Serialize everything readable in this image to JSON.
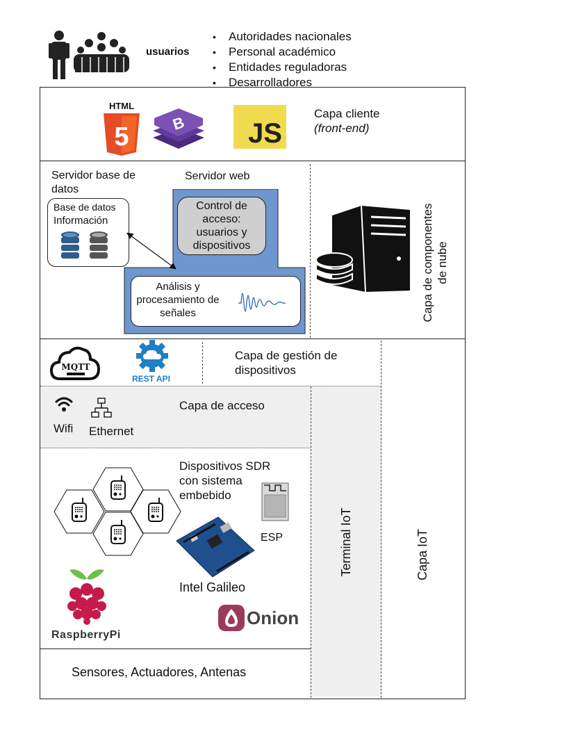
{
  "users": {
    "label": "usuarios",
    "list": [
      "Autoridades nacionales",
      "Personal académico",
      "Entidades reguladoras",
      "Desarrolladores"
    ]
  },
  "client_layer": {
    "logos": {
      "html_text": "HTML",
      "html_number": "5",
      "bootstrap_letter": "B",
      "js_text": "JS"
    },
    "title": "Capa cliente",
    "subtitle": "(front-end)"
  },
  "cloud_layer": {
    "db_server_label": "Servidor base de datos",
    "db_box_line1": "Base de datos",
    "db_box_line2": "Información",
    "web_server_label": "Servidor web",
    "access_control": "Control de acceso: usuarios y dispositivos",
    "analysis": "Análisis y procesamiento de señales",
    "title": "Capa de componentes de nube"
  },
  "device_mgmt_layer": {
    "mqtt_label": "MQTT",
    "rest_api_label": "REST API",
    "title": "Capa de gestión de dispositivos"
  },
  "access_layer": {
    "wifi_label": "Wifi",
    "ethernet_label": "Ethernet",
    "title": "Capa de acceso"
  },
  "devices": {
    "title": "Dispositivos SDR con sistema embebido",
    "esp_label": "ESP",
    "galileo_label": "Intel Galileo",
    "raspberry_label": "RaspberryPi",
    "onion_label": "Onion"
  },
  "sensors_label": "Sensores, Actuadores, Antenas",
  "terminal_label": "Terminal IoT",
  "iot_layer_label": "Capa IoT",
  "colors": {
    "webserver_fill": "#6f97cf",
    "access_control_fill": "#cfcfcf",
    "access_layer_fill": "#efefef",
    "html5_orange": "#e44d26",
    "bootstrap_purple": "#7952b3",
    "js_yellow": "#f0db4f",
    "rest_blue": "#1d7fc4",
    "raspberry_red": "#c51a4a",
    "onion_maroon": "#9c3a5b"
  }
}
